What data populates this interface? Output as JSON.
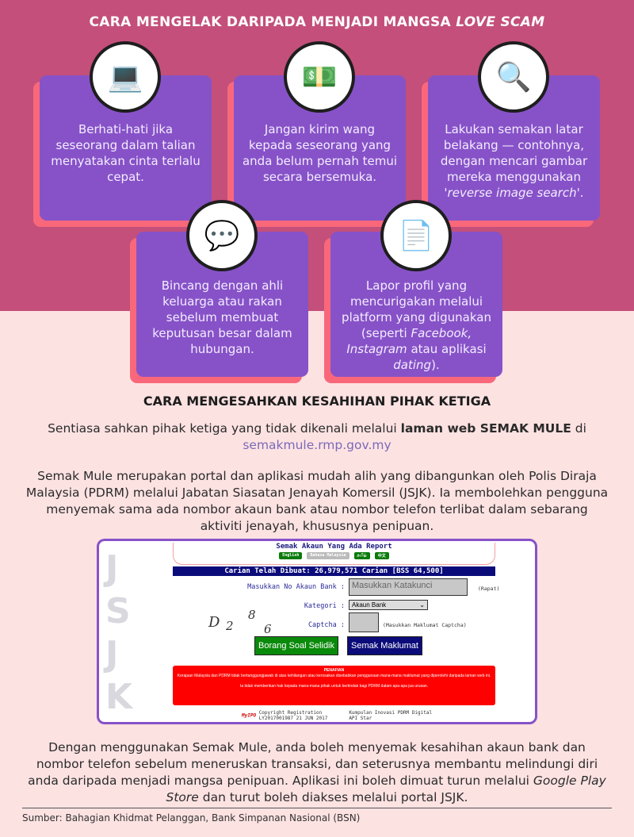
{
  "header": {
    "title": "CARA MENGELAK DARIPADA MENJADI MANGSA ",
    "title_italic": "LOVE SCAM"
  },
  "tips": [
    {
      "icon": "laptop-hearts-icon",
      "glyph": "💻",
      "text": "Berhati-hati jika seseorang dalam talian menyatakan cinta terlalu cepat."
    },
    {
      "icon": "money-hand-icon",
      "glyph": "💵",
      "text": "Jangan kirim wang kepada seseorang yang anda belum pernah temui secara bersemuka."
    },
    {
      "icon": "document-search-icon",
      "glyph": "🔍",
      "text_a": "Lakukan semakan latar belakang — contohnya, dengan mencari gambar mereka menggunakan ",
      "text_i": "'reverse image search'",
      "text_b": "."
    },
    {
      "icon": "discussion-icon",
      "glyph": "💬",
      "text": "Bincang dengan ahli keluarga atau rakan sebelum membuat keputusan besar dalam hubungan."
    },
    {
      "icon": "report-profile-icon",
      "glyph": "📄",
      "text_a": "Lapor profil yang mencurigakan melalui platform yang digunakan (seperti ",
      "text_i": "Facebook, Instagram",
      "text_b": " atau aplikasi ",
      "text_i2": "dating",
      "text_c": ")."
    }
  ],
  "section2": {
    "title": "CARA MENGESAHKAN KESAHIHAN PIHAK KETIGA",
    "p1_a": "Sentiasa sahkan pihak ketiga yang tidak dikenali melalui ",
    "p1_bold": "laman web SEMAK MULE",
    "p1_b": " di",
    "link": "semakmule.rmp.gov.my",
    "p2": "Semak Mule merupakan portal dan aplikasi mudah alih yang dibangunkan oleh Polis Diraja Malaysia (PDRM) melalui Jabatan Siasatan Jenayah Komersil (JSJK). Ia membolehkan pengguna menyemak sama ada nombor akaun bank atau nombor telefon terlibat dalam sebarang aktiviti jenayah, khususnya penipuan.",
    "p3_a": "Dengan menggunakan Semak Mule, anda boleh menyemak kesahihan akaun bank dan nombor telefon sebelum meneruskan transaksi, dan seterusnya membantu melindungi diri anda daripada menjadi mangsa penipuan. Aplikasi ini boleh dimuat turun melalui ",
    "p3_i": "Google Play Store",
    "p3_b": " dan turut boleh diakses melalui portal JSJK."
  },
  "screenshot": {
    "watermark": [
      "J",
      "S",
      "J",
      "K"
    ],
    "title": "Semak Akaun Yang Ada Report",
    "langs": [
      "English",
      "Bahasa Malaysia",
      "தமிழ்",
      "中文"
    ],
    "counter": "Carian Telah Dibuat: 26,979,571 Carian  [BSS 64,500]",
    "account_label": "Masukkan No Akaun Bank :",
    "account_placeholder": "Masukkan Katakunci",
    "account_note": "(Rapat)",
    "category_label": "Kategori :",
    "category_value": "Akaun Bank",
    "captcha_label": "Captcha :",
    "captcha_note": "(Masukkan Maklumat Captcha)",
    "captcha_chars": [
      "D",
      "2",
      "8",
      "6"
    ],
    "btn_survey": "Borang Soal Selidik",
    "btn_check": "Semak Maklumat",
    "disclaimer_title": "PENAFIAN",
    "disclaimer_1": "Kerajaan Malaysia dan PDRM tidak bertanggungjawab di atas kehilangan atau kerosakan disebabkan penggunaan mana-mana maklumat yang diperolehi daripada laman web ini.",
    "disclaimer_2": "Ia tidak memberikan hak kepada mana-mana pihak untuk bertindak bagi PDRM dalam apa-apa jua urusan.",
    "copyright": "Copyright Registration LY2017001987 21 JUN 2017",
    "logo": "MyIPO",
    "group": "Kumpulan Inovasi PDRM Digital API Star"
  },
  "source": "Sumber: Bahagian Khidmat Pelanggan, Bank Simpanan Nasional (BSN)"
}
